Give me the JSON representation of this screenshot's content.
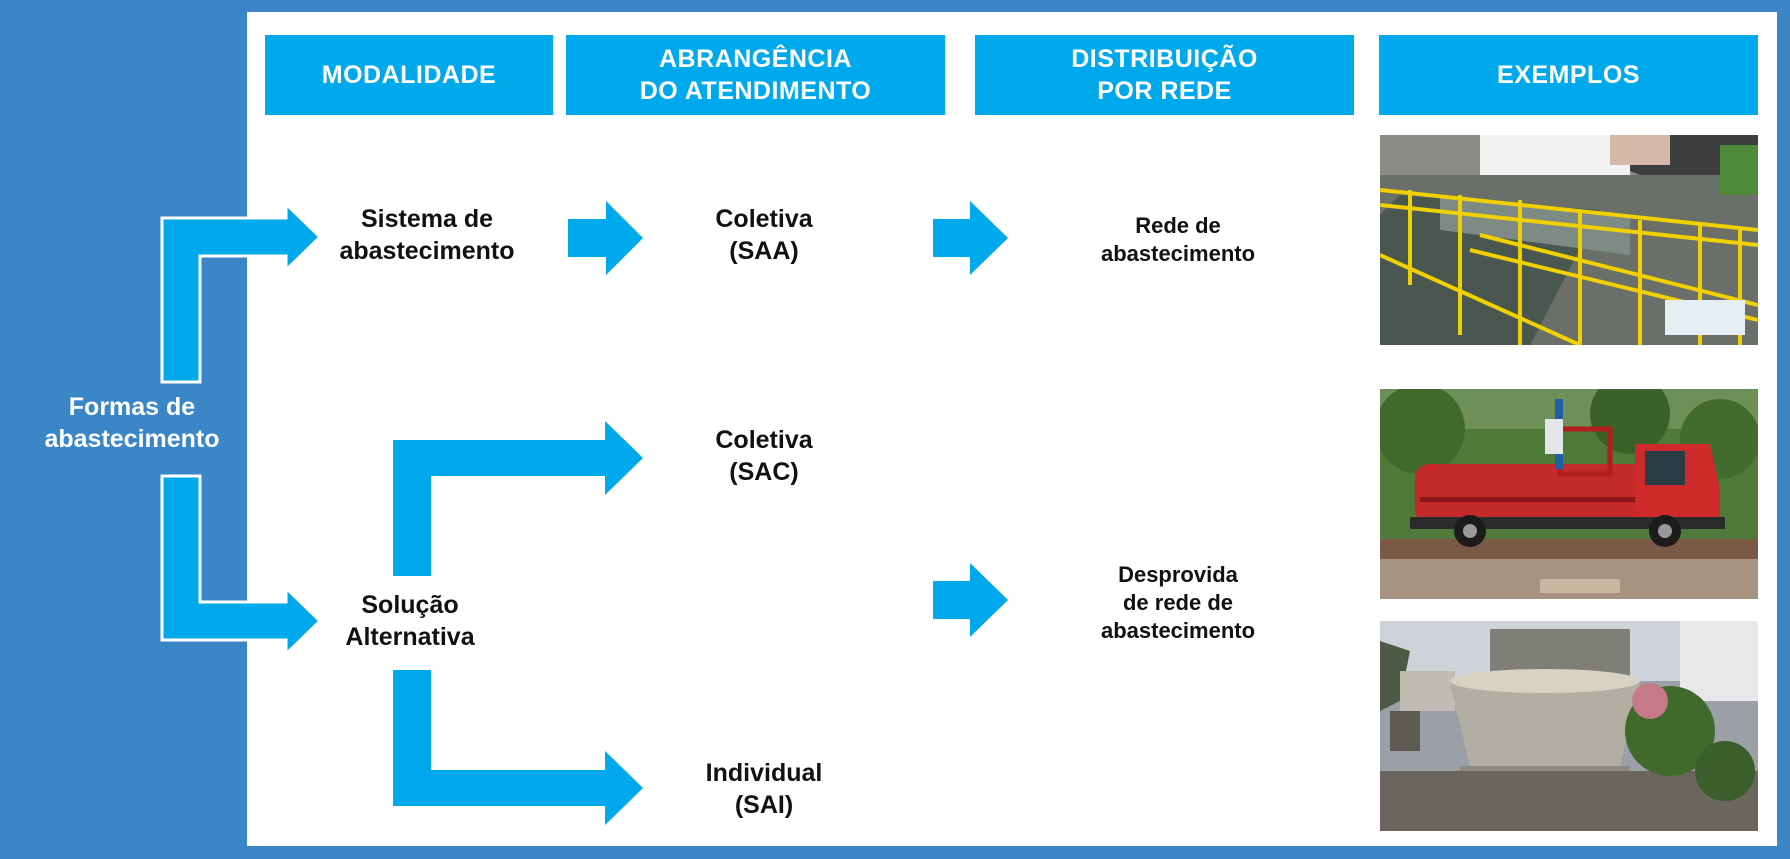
{
  "colors": {
    "frame": "#3b86c7",
    "accent": "#00a9ec",
    "panel": "#ffffff",
    "text": "#111111"
  },
  "headers": {
    "modalidade": "MODALIDADE",
    "abrangencia": "ABRANGÊNCIA\nDO ATENDIMENTO",
    "distribuicao": "DISTRIBUIÇÃO\nPOR REDE",
    "exemplos": "EXEMPLOS"
  },
  "root": "Formas de\nabastecimento",
  "modalidades": {
    "sistema": "Sistema de\nabastecimento",
    "solucao": "Solução\nAlternativa"
  },
  "abrangencia": {
    "saa": "Coletiva\n(SAA)",
    "sac": "Coletiva\n(SAC)",
    "sai": "Individual\n(SAI)"
  },
  "distribuicao": {
    "com_rede": "Rede de\nabastecimento",
    "sem_rede": "Desprovida\nde rede de\nabastecimento"
  },
  "exemplos": {
    "images": [
      "water-treatment-plant",
      "water-tanker-truck",
      "cistern-reservoir"
    ]
  }
}
